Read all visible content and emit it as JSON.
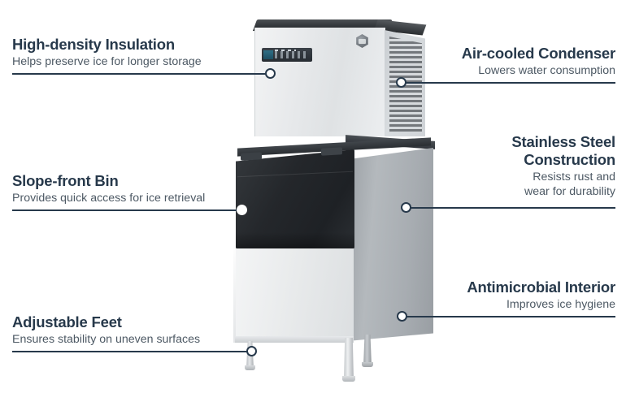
{
  "diagram": {
    "type": "product-feature-callout",
    "subject": "commercial ice machine with storage bin",
    "colors": {
      "title": "#27394b",
      "subtitle": "#4d5964",
      "rule": "#27394b",
      "background": "#ffffff"
    }
  },
  "callouts": [
    {
      "id": "high-density-insulation",
      "side": "left",
      "title": "High-density Insulation",
      "subtitle": "Helps preserve ice for longer storage",
      "marker": "ring-marker"
    },
    {
      "id": "slope-front-bin",
      "side": "left",
      "title": "Slope-front Bin",
      "subtitle": "Provides quick access for ice retrieval",
      "marker": "dot-marker"
    },
    {
      "id": "adjustable-feet",
      "side": "left",
      "title": "Adjustable Feet",
      "subtitle": "Ensures stability on uneven surfaces",
      "marker": "ring-marker"
    },
    {
      "id": "air-cooled-condenser",
      "side": "right",
      "title": "Air-cooled Condenser",
      "subtitle": "Lowers water consumption",
      "marker": "ring-marker"
    },
    {
      "id": "stainless-steel-construction",
      "side": "right",
      "title": "Stainless Steel\nConstruction",
      "subtitle": "Resists rust and\nwear for durability",
      "marker": "ring-marker"
    },
    {
      "id": "antimicrobial-interior",
      "side": "right",
      "title": "Antimicrobial Interior",
      "subtitle": "Improves ice hygiene",
      "marker": "ring-marker"
    }
  ],
  "product_parts": {
    "head": "ice-maker-head",
    "control_panel": "control-panel",
    "logo_badge": "brand-badge",
    "condenser_grille": "condenser-louver-grille",
    "bin_door": "slope-front-bin-door",
    "bin_body": "stainless-bin-body",
    "legs": "adjustable-legs"
  }
}
